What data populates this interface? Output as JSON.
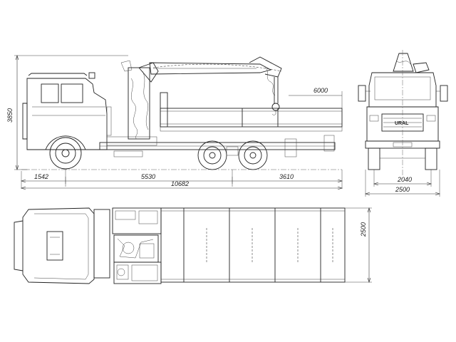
{
  "drawing": {
    "dimensions": {
      "height_overall": "3850",
      "crane_reach": "6000",
      "front_overhang": "1542",
      "wheelbase": "5530",
      "rear_bogie_to_end": "3610",
      "overall_length": "10682",
      "track_width": "2040",
      "front_width": "2500",
      "plan_width": "2500"
    },
    "grille_badge": "URAL"
  }
}
